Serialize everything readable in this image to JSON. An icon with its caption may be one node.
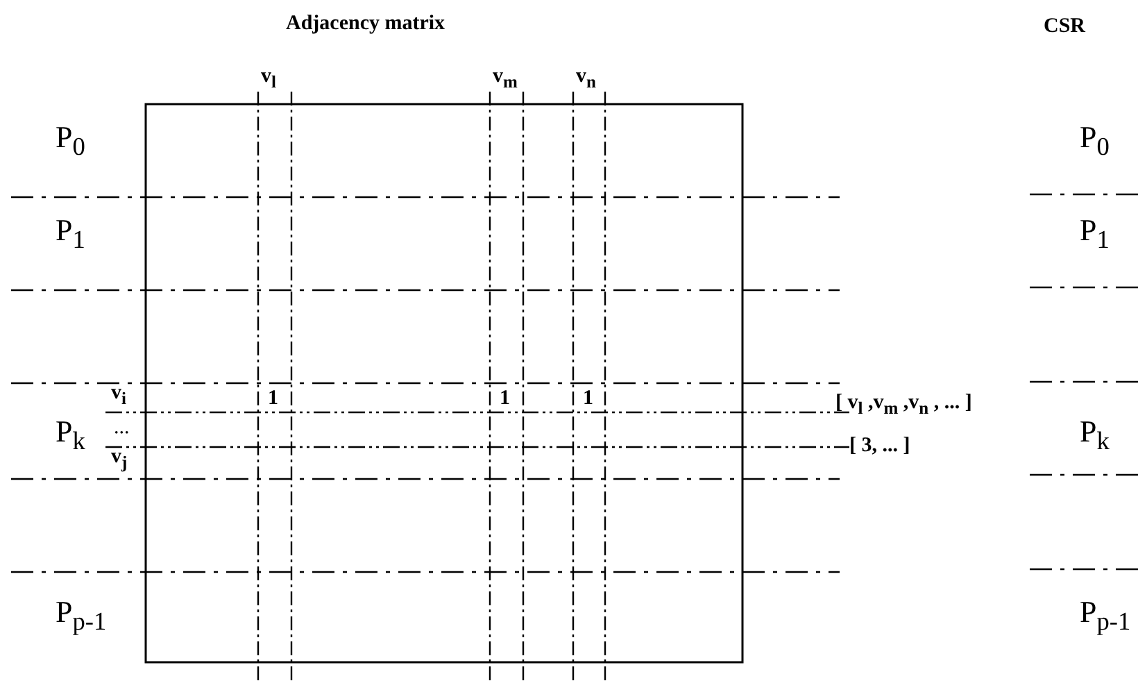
{
  "diagram": {
    "labels": [
      "Adjacency matrix",
      "CSR",
      "v$_{l}$",
      "v$_{m}$",
      "v$_{n}$",
      "P$_{0}$",
      "P$_{0}$",
      "P$_{1}$",
      "P$_{1}$",
      "v$_{i}$",
      "1",
      "1",
      "1",
      "[ v$_{l}$ ,v$_{m}$ ,v$_{n}$ , ... ]",
      "P$_{k}$",
      "...",
      "[ 3, ... ]",
      "P$_{k}$",
      "v$_{j}$",
      "P$_{p-1}$",
      "P$_{p-1}$"
    ]
  }
}
